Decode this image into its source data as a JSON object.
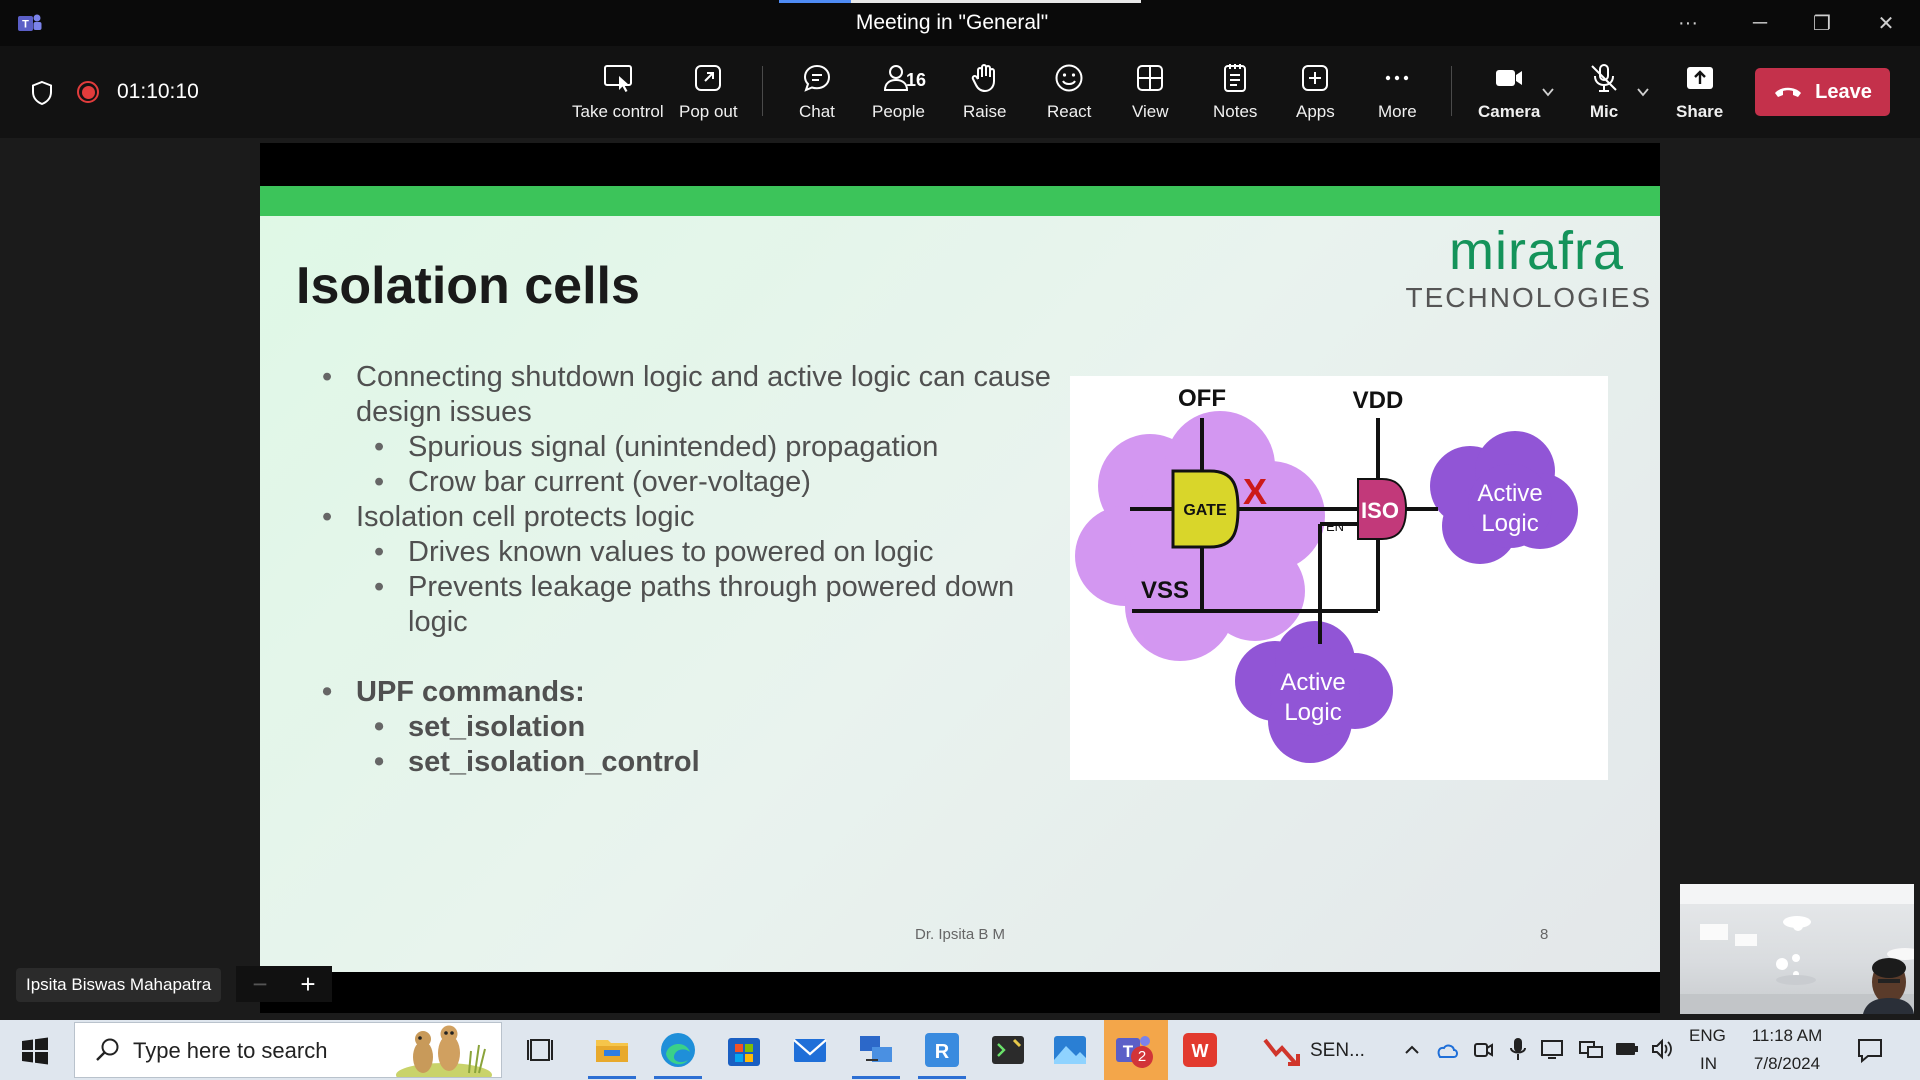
{
  "window": {
    "title": "Meeting in \"General\"",
    "controls": {
      "more": "···",
      "minimize": "─",
      "restore": "❐",
      "close": "✕"
    }
  },
  "toolbar": {
    "timer": "01:10:10",
    "take_control": "Take control",
    "pop_out": "Pop out",
    "chat": "Chat",
    "people": "People",
    "people_count": "16",
    "raise": "Raise",
    "react": "React",
    "view": "View",
    "notes": "Notes",
    "apps": "Apps",
    "more": "More",
    "camera": "Camera",
    "mic": "Mic",
    "share": "Share",
    "leave": "Leave"
  },
  "slide": {
    "title": "Isolation cells",
    "logo_main": "mirafra",
    "logo_sub": "TECHNOLOGIES",
    "bullets": {
      "b1": "Connecting shutdown logic and active logic can cause design issues",
      "b1a": "Spurious signal (unintended) propagation",
      "b1b": "Crow bar current (over-voltage)",
      "b2": "Isolation cell protects logic",
      "b2a": "Drives known values to powered on logic",
      "b2b": "Prevents leakage paths through powered down logic",
      "b3": "UPF commands:",
      "b3a": "set_isolation",
      "b3b": "set_isolation_control"
    },
    "diagram": {
      "off": "OFF",
      "vdd": "VDD",
      "gate": "GATE",
      "x_mark": "X",
      "en": "EN",
      "iso": "ISO",
      "vss": "VSS",
      "active_logic_1a": "Active",
      "active_logic_1b": "Logic",
      "active_logic_2a": "Active",
      "active_logic_2b": "Logic"
    },
    "footer": "Dr. Ipsita B M",
    "page": "8"
  },
  "presenter": {
    "name": "Ipsita Biswas Mahapatra"
  },
  "zoom": {
    "minus": "−",
    "plus": "+"
  },
  "taskbar": {
    "search_placeholder": "Type here to search",
    "teams_badge": "2",
    "sen_label": "SEN...",
    "lang_top": "ENG",
    "lang_bottom": "IN",
    "time": "11:18 AM",
    "date": "7/8/2024"
  },
  "colors": {
    "leave": "#c4314b",
    "recording": "#e13c3c",
    "slide_band": "#3cc45a",
    "logo": "#14935a"
  }
}
